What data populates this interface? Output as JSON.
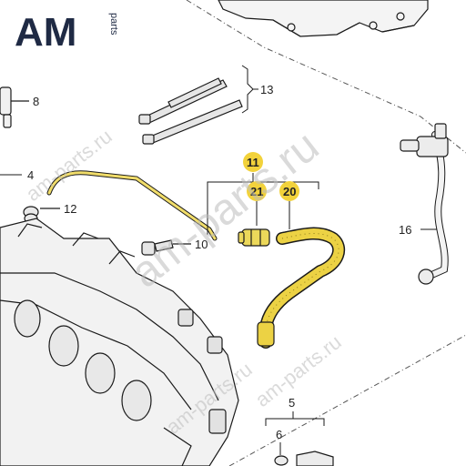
{
  "logo": {
    "main": "AM",
    "sub": "parts"
  },
  "watermarks": [
    "am-parts.ru",
    "am-parts.ru",
    "am-parts.ru",
    "am-parts.ru"
  ],
  "callouts": {
    "c4": "4",
    "c5": "5",
    "c6": "6",
    "c8": "8",
    "c10": "10",
    "c11": "11",
    "c12": "12",
    "c13": "13",
    "c16": "16",
    "c20": "20",
    "c21": "21"
  },
  "colors": {
    "highlight": "#f2d23b",
    "hose": "#e8cd3a",
    "line": "#1a1a1a",
    "watermark": "#bdbdbd",
    "logo": "#1f2a44"
  }
}
